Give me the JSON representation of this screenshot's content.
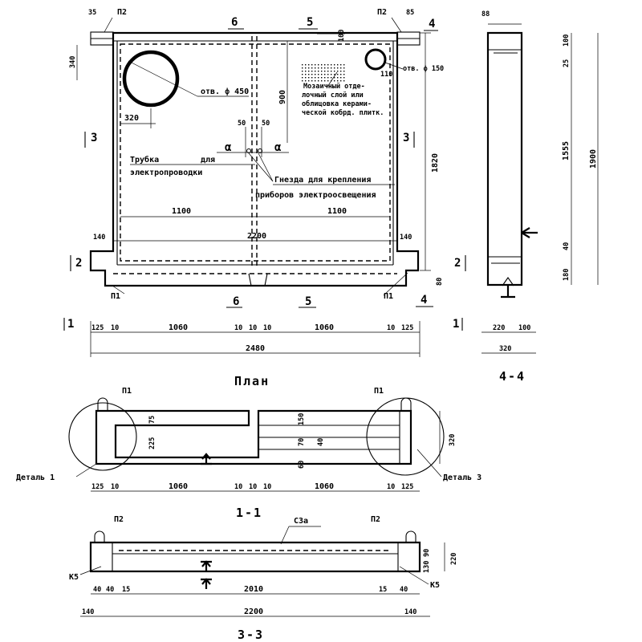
{
  "markers": {
    "p2": "П2",
    "p1": "П1",
    "s1": "1",
    "s2": "2",
    "s3": "3",
    "s4": "4",
    "s5": "5",
    "s6": "6",
    "alpha": "α"
  },
  "plan": {
    "title": "План",
    "hole_left": "отв. ф 450",
    "hole_right": "отв. ф 150",
    "tube": "Трубка    для\nэлектропроводки",
    "nest": "Гнезда для крепления\nприборов электроосвещения",
    "mosaic": "Мозаичный отде-\nлочный слой или\nоблицовка керами-\nческой кобрд. плитк.",
    "dims": {
      "d35": "35",
      "d85": "85",
      "d88": "88",
      "d340": "340",
      "d320": "320",
      "d900": "900",
      "d100": "100",
      "d110": "110",
      "d50a": "50",
      "d50b": "50",
      "d1100a": "1100",
      "d1100b": "1100",
      "d2200": "2200",
      "d140a": "140",
      "d140b": "140",
      "d80": "80",
      "d1820": "1820",
      "d125a": "125",
      "d10a": "10",
      "d1060a": "1060",
      "d10b": "10",
      "d10c": "10",
      "d10d": "10",
      "d1060b": "1060",
      "d10e": "10",
      "d125b": "125",
      "d2480": "2480"
    }
  },
  "sec44": {
    "title": "4-4",
    "dims": {
      "d100": "100",
      "d25": "25",
      "d1555": "1555",
      "d1900": "1900",
      "d40": "40",
      "d180": "180",
      "d220": "220",
      "d100b": "100",
      "d320": "320"
    }
  },
  "sec11": {
    "title": "1-1",
    "detail1": "Деталь 1",
    "detail3": "Деталь 3",
    "dims": {
      "d225": "225",
      "d75": "75",
      "d150": "150",
      "d70": "70",
      "d40": "40",
      "d60": "60",
      "d320": "320",
      "d125a": "125",
      "d10a": "10",
      "d1060a": "1060",
      "d10b": "10",
      "d10c": "10",
      "d10d": "10",
      "d1060b": "1060",
      "d10e": "10",
      "d125b": "125"
    }
  },
  "sec33": {
    "title": "3-3",
    "c3a": "С3а",
    "k5a": "К5",
    "k5b": "К5",
    "dims": {
      "d130": "130",
      "d90": "90",
      "d220": "220",
      "d40a": "40",
      "d40b": "40",
      "d15a": "15",
      "d2010": "2010",
      "d15b": "15",
      "d40c": "40",
      "d140a": "140",
      "d2200": "2200",
      "d140b": "140"
    }
  }
}
